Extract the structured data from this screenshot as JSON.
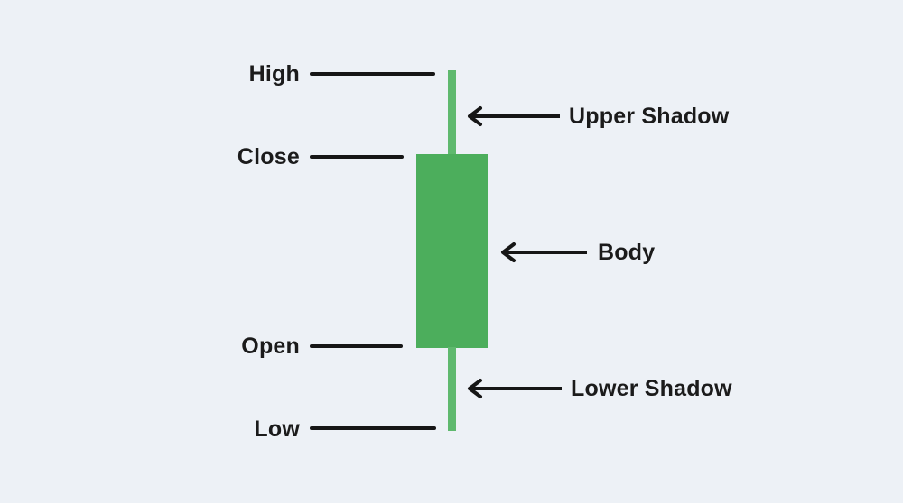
{
  "diagram": {
    "subject": "candlestick-anatomy",
    "left_callouts": {
      "high": {
        "label": "High"
      },
      "close": {
        "label": "Close"
      },
      "open": {
        "label": "Open"
      },
      "low": {
        "label": "Low"
      }
    },
    "right_annotations": {
      "upper_shadow": {
        "label": "Upper Shadow"
      },
      "body": {
        "label": "Body"
      },
      "lower_shadow": {
        "label": "Lower Shadow"
      }
    }
  },
  "colors": {
    "background": "#edf1f6",
    "candle_body": "#4cae5c",
    "candle_wick": "#5fb96e",
    "line": "#161616"
  }
}
